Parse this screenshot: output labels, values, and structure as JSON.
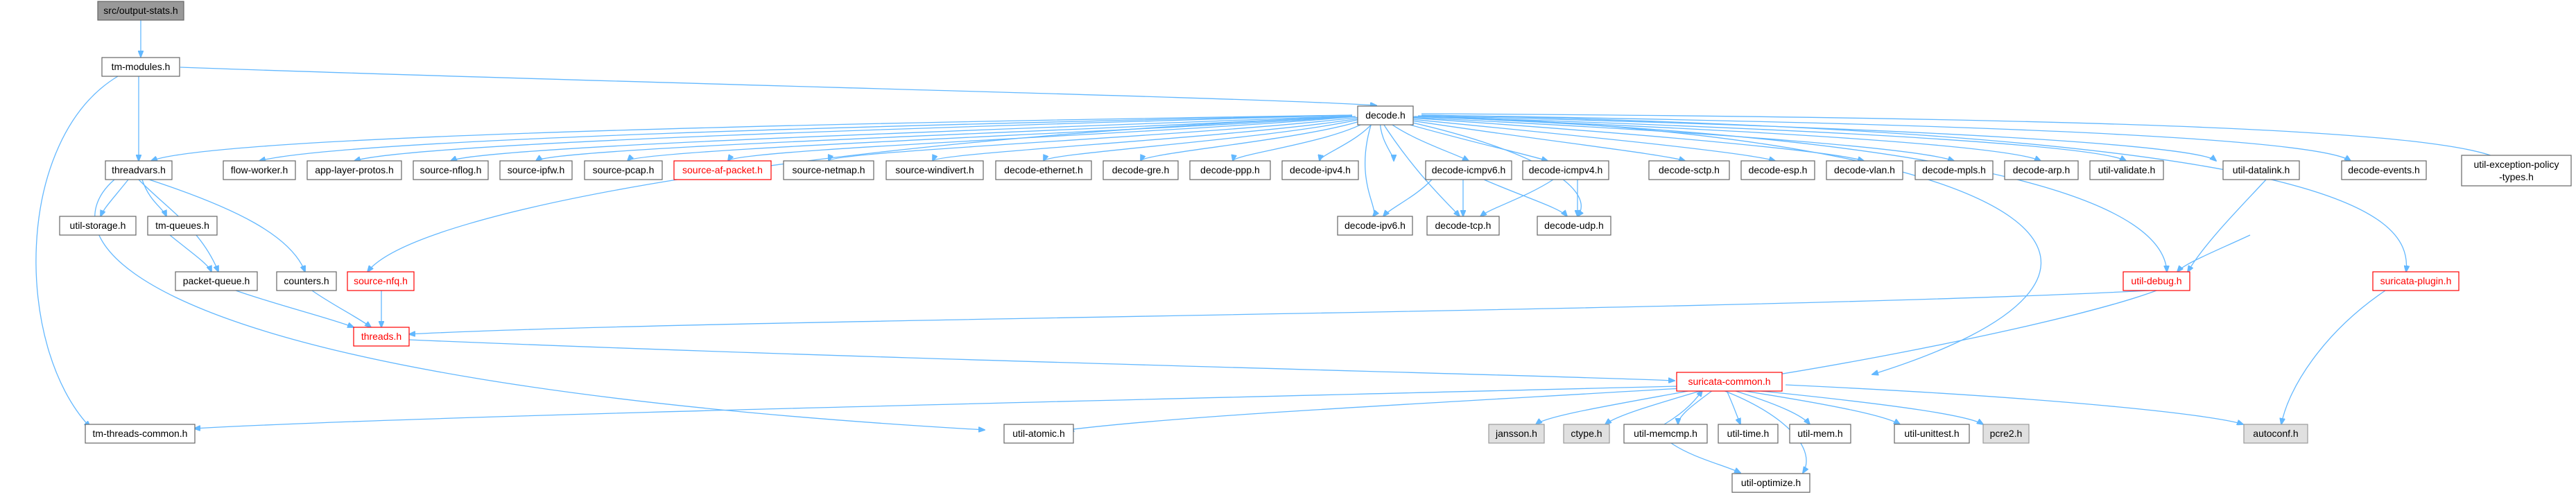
{
  "colors": {
    "edge": "#63b8ff",
    "node_border": "#666666",
    "highlight_border": "#ff0000",
    "root_fill": "#999999",
    "external_fill": "#e0e0e0"
  },
  "nodes": {
    "output_stats": "src/output-stats.h",
    "tm_modules": "tm-modules.h",
    "decode": "decode.h",
    "threadvars": "threadvars.h",
    "flow_worker": "flow-worker.h",
    "app_layer_protos": "app-layer-protos.h",
    "source_nflog": "source-nflog.h",
    "source_ipfw": "source-ipfw.h",
    "source_pcap": "source-pcap.h",
    "source_af_packet": "source-af-packet.h",
    "source_netmap": "source-netmap.h",
    "source_windivert": "source-windivert.h",
    "decode_ethernet": "decode-ethernet.h",
    "decode_gre": "decode-gre.h",
    "decode_ppp": "decode-ppp.h",
    "decode_ipv4": "decode-ipv4.h",
    "decode_icmpv6": "decode-icmpv6.h",
    "decode_icmpv4": "decode-icmpv4.h",
    "decode_sctp": "decode-sctp.h",
    "decode_esp": "decode-esp.h",
    "decode_vlan": "decode-vlan.h",
    "decode_mpls": "decode-mpls.h",
    "decode_arp": "decode-arp.h",
    "util_validate": "util-validate.h",
    "util_datalink": "util-datalink.h",
    "decode_events": "decode-events.h",
    "util_exception_1": "util-exception-policy",
    "util_exception_2": "-types.h",
    "util_storage": "util-storage.h",
    "tm_queues": "tm-queues.h",
    "decode_ipv6": "decode-ipv6.h",
    "decode_tcp": "decode-tcp.h",
    "decode_udp": "decode-udp.h",
    "packet_queue": "packet-queue.h",
    "counters": "counters.h",
    "source_nfq": "source-nfq.h",
    "util_debug": "util-debug.h",
    "suricata_plugin": "suricata-plugin.h",
    "threads": "threads.h",
    "suricata_common": "suricata-common.h",
    "tm_threads_common": "tm-threads-common.h",
    "util_atomic": "util-atomic.h",
    "jansson": "jansson.h",
    "ctype": "ctype.h",
    "util_memcmp": "util-memcmp.h",
    "util_time": "util-time.h",
    "util_mem": "util-mem.h",
    "util_unittest": "util-unittest.h",
    "pcre2": "pcre2.h",
    "autoconf": "autoconf.h",
    "util_optimize": "util-optimize.h"
  }
}
